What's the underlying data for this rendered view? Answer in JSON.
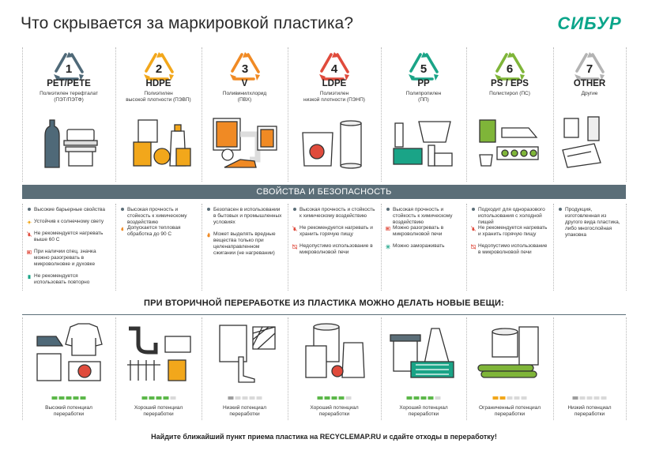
{
  "title": "Что скрывается за маркировкой пластика?",
  "brand": "СИБУР",
  "colors": {
    "band": "#5b6e78",
    "brand": "#0aa58a",
    "bar_off": "#d9d9d9"
  },
  "types": [
    {
      "num": "1",
      "code": "PET/PETE",
      "sub1": "Полиэтилен терефталат",
      "sub2": "(ПЭТ/ПЭТФ)",
      "color": "#4f6978"
    },
    {
      "num": "2",
      "code": "HDPE",
      "sub1": "Полиэтилен",
      "sub2": "высокой плотности (ПЭВП)",
      "color": "#f2a71b"
    },
    {
      "num": "3",
      "code": "V",
      "sub1": "Поливинилхлорид",
      "sub2": "(ПВХ)",
      "color": "#f08a24"
    },
    {
      "num": "4",
      "code": "LDPE",
      "sub1": "Полиэтилен",
      "sub2": "низкой плотности (ПЭНП)",
      "color": "#e04b3c"
    },
    {
      "num": "5",
      "code": "PP",
      "sub1": "Полипропилен",
      "sub2": "(ПП)",
      "color": "#1aa487"
    },
    {
      "num": "6",
      "code": "PS / EPS",
      "sub1": "Полистирол (ПС)",
      "sub2": "",
      "color": "#7fb539"
    },
    {
      "num": "7",
      "code": "OTHER",
      "sub1": "Другие",
      "sub2": "",
      "color": "#b3b3b3"
    }
  ],
  "band_label": "СВОЙСТВА И БЕЗОПАСНОСТЬ",
  "properties": [
    [
      {
        "icon": "dot-icon",
        "text": "Высокие барьерные свойства"
      },
      {
        "icon": "sun-icon",
        "text": "Устойчив к солнечному свету"
      },
      {
        "icon": "no-heat-icon",
        "text": "Не рекомендуется нагревать выше 60 С"
      },
      {
        "icon": "microwave-icon",
        "text": "При наличии спец. значка можно разогревать в микроволновке и духовке"
      },
      {
        "icon": "no-reuse-icon",
        "text": "Не рекомендуется использовать повторно"
      }
    ],
    [
      {
        "icon": "dot-icon",
        "text": "Высокая прочность и стойкость к химическому воздействию"
      },
      {
        "icon": "heat-icon",
        "text": "Допускается тепловая обработка до 90 С"
      }
    ],
    [
      {
        "icon": "dot-icon",
        "text": "Безопасен в использовании в бытовых и промышленных условиях"
      },
      {
        "icon": "fire-icon",
        "text": "Может выделять вредные вещества только при целенаправленном сжигании (не нагревании)"
      }
    ],
    [
      {
        "icon": "dot-icon",
        "text": "Высокая прочность и стойкость к химическому воздействию"
      },
      {
        "icon": "no-heat-icon",
        "text": "Не рекомендуется нагревать и хранить горячую пищу"
      },
      {
        "icon": "no-microwave-icon",
        "text": "Недопустимо использование в микроволновой печи"
      }
    ],
    [
      {
        "icon": "dot-icon",
        "text": "Высокая прочность и стойкость к химическому воздействию"
      },
      {
        "icon": "microwave-icon",
        "text": "Можно разогревать в микроволновой печи"
      },
      {
        "icon": "snow-icon",
        "text": "Можно замораживать"
      }
    ],
    [
      {
        "icon": "dot-icon",
        "text": "Подходит для одноразового использования с холодной пищей"
      },
      {
        "icon": "no-heat-icon",
        "text": "Не рекомендуется нагревать и хранить горячую пищу"
      },
      {
        "icon": "no-microwave-icon",
        "text": "Недопустимо использование в микроволновой печи"
      }
    ],
    [
      {
        "icon": "dot-icon",
        "text": "Продукция, изготовленная из другого вида пластика, либо многослойная упаковка"
      }
    ]
  ],
  "recycle_title": "ПРИ ВТОРИЧНОЙ ПЕРЕРАБОТКЕ ИЗ ПЛАСТИКА МОЖНО ДЕЛАТЬ НОВЫЕ ВЕЩИ:",
  "recycling": [
    {
      "label1": "Высокий потенциал",
      "label2": "переработки",
      "level": 5,
      "color": "#5cb84a"
    },
    {
      "label1": "Хороший потенциал",
      "label2": "переработки",
      "level": 4,
      "color": "#5cb84a"
    },
    {
      "label1": "Низкий потенциал",
      "label2": "переработки",
      "level": 1,
      "color": "#9e9e9e"
    },
    {
      "label1": "Хороший потенциал",
      "label2": "переработки",
      "level": 4,
      "color": "#5cb84a"
    },
    {
      "label1": "Хороший потенциал",
      "label2": "переработки",
      "level": 4,
      "color": "#5cb84a"
    },
    {
      "label1": "Ограниченный потенциал",
      "label2": "переработки",
      "level": 2,
      "color": "#f2a71b"
    },
    {
      "label1": "Низкий потенциал",
      "label2": "переработки",
      "level": 1,
      "color": "#9e9e9e"
    }
  ],
  "footer": {
    "before": "Найдите ближайший  пункт приема пластика на ",
    "link": "RECYCLEMAP.RU",
    "after": " и сдайте отходы в переработку!"
  }
}
